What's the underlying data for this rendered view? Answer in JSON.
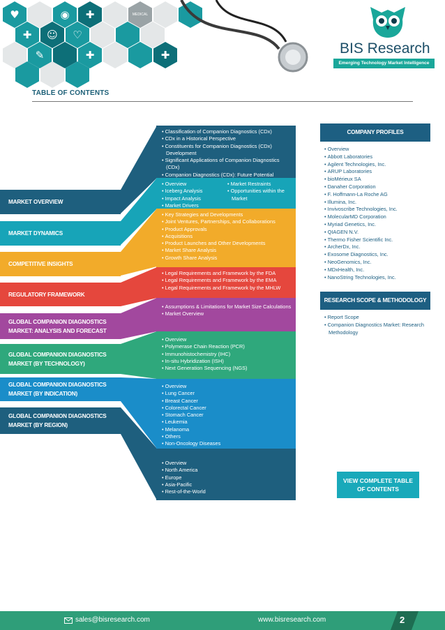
{
  "header": {
    "brand_name": "BIS Research",
    "tagline": "Emerging Technology Market Intelligence",
    "hex_icon_labels": [
      "MEDICAL"
    ],
    "colors": {
      "teal": "#1a9aa0",
      "navy": "#1d5f82",
      "footer_green": "#2f9e79"
    }
  },
  "toc": {
    "title": "TABLE OF CONTENTS"
  },
  "sections": [
    {
      "label": "MARKET OVERVIEW",
      "color": "#1e5f7e",
      "items": [
        "Classification of Companion Diagnostics (CDx)",
        "CDx in a Historical Perspective",
        "Constituents for Companion Diagnostics (CDx) Development",
        "Significant Applications of Companion Diagnostics (CDx)",
        "Companion Diagnostics (CDx): Future Potential"
      ]
    },
    {
      "label": "MARKET DYNAMICS",
      "color": "#17a4b8",
      "items_left": [
        "Overview",
        "Iceberg Analysis",
        "Impact Analysis",
        "Market Drivers"
      ],
      "items_right": [
        "Market Restraints",
        "Opportunities within the Market"
      ]
    },
    {
      "label": "COMPETITIVE INSIGHTS",
      "color": "#f2ab2a",
      "items": [
        "Key Strategies and Developments",
        "Joint Ventures, Partnerships, and Collaborations",
        "Product Approvals",
        "Acquisitions",
        "Product Launches and Other Developments",
        "Market Share Analysis",
        "Growth Share Analysis"
      ]
    },
    {
      "label": "REGULATORY FRAMEWORK",
      "color": "#e5473d",
      "items": [
        "Legal Requirements and Framework by the FDA",
        "Legal Requirements and Framework by the EMA",
        "Legal Requirements and Framework by the MHLW"
      ]
    },
    {
      "label": "GLOBAL COMPANION DIAGNOSTICS MARKET: ANALYSIS AND FORECAST",
      "color": "#a2489e",
      "items": [
        "Assumptions & Limitations for Market Size Calculations",
        "Market Overview"
      ]
    },
    {
      "label": "GLOBAL COMPANION DIAGNOSTICS MARKET (BY TECHNOLOGY)",
      "color": "#2fa87c",
      "items": [
        "Overview",
        "Polymerase Chain Reaction (PCR)",
        "Immunohistochemistry (IHC)",
        "In-situ Hybridization (ISH)",
        "Next Generation Sequencing (NGS)"
      ]
    },
    {
      "label": "GLOBAL COMPANION DIAGNOSTICS MARKET (BY INDICATION)",
      "color": "#1a8dc9",
      "items": [
        "Overview",
        "Lung Cancer",
        "Breast Cancer",
        "Colorectal Cancer",
        "Stomach Cancer",
        "Leukemia",
        "Melanoma",
        "Others",
        "Non-Oncology Diseases"
      ]
    },
    {
      "label": "GLOBAL COMPANION DIAGNOSTICS MARKET (BY REGION)",
      "color": "#1e5f7e",
      "items": [
        "Overview",
        "North America",
        "Europe",
        "Asia-Pacific",
        "Rest-of-the-World"
      ]
    }
  ],
  "company_profiles": {
    "title": "COMPANY PROFILES",
    "items": [
      "Overview",
      "Abbott Laboratories",
      "Agilent Technologies, Inc.",
      "ARUP Laboratories",
      "bioMérieux SA",
      "Danaher Corporation",
      "F. Hoffmann-La Roche AG",
      "Illumina, Inc.",
      "Invivoscribe Technologies, Inc.",
      "MolecularMD Corporation",
      "Myriad Genetics, Inc.",
      "QIAGEN N.V.",
      "Thermo Fisher Scientific Inc.",
      "ArcherDx, Inc.",
      "Exosome Diagnostics, Inc.",
      "NeoGenomics, Inc.",
      "MDxHealth, Inc.",
      "NanoString Technologies, Inc."
    ]
  },
  "research_scope": {
    "title": "RESEARCH SCOPE & METHODOLOGY",
    "items": [
      "Report Scope",
      "Companion Diagnostics Market: Research Methodology"
    ]
  },
  "view_button": {
    "label": "VIEW COMPLETE TABLE OF CONTENTS"
  },
  "footer": {
    "email": "sales@bisresearch.com",
    "website": "www.bisresearch.com",
    "page_number": "2",
    "email_icon": "envelope-icon"
  }
}
